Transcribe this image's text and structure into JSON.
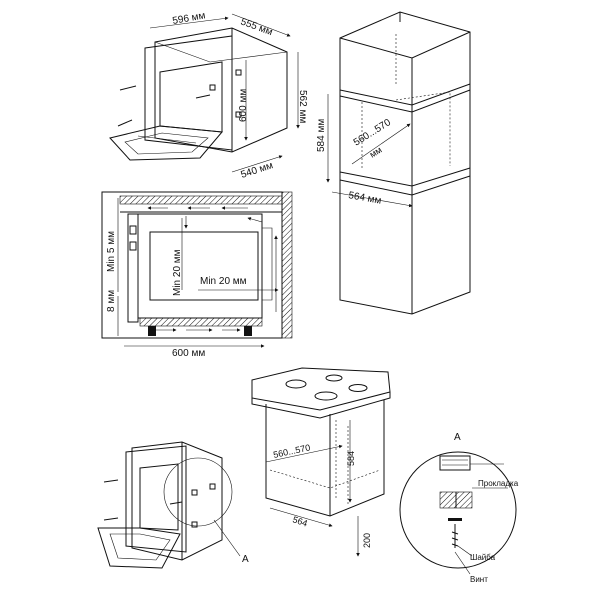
{
  "labels": {
    "oven_width": "596 мм",
    "oven_depth": "555 мм",
    "oven_height": "562 мм",
    "oven_front_height": "600 мм",
    "oven_inner_depth": "540 мм",
    "column_niche_height": "584 мм",
    "column_niche_depth": "560...570",
    "column_niche_depth_unit": "мм",
    "column_niche_width": "564 мм",
    "section_gap_top": "Min 5 мм",
    "section_gap_back": "Min 20 мм",
    "section_gap_side": "Min 20 мм",
    "section_gap_bottom": "8 мм",
    "section_width": "600 мм",
    "under_niche_depth": "560...570",
    "under_niche_height": "584",
    "under_niche_width": "564",
    "under_niche_base": "200",
    "detail_marker": "A",
    "detail_title": "A",
    "detail_gasket": "Прокладка",
    "detail_washer": "Шайба",
    "detail_screw": "Винт"
  }
}
